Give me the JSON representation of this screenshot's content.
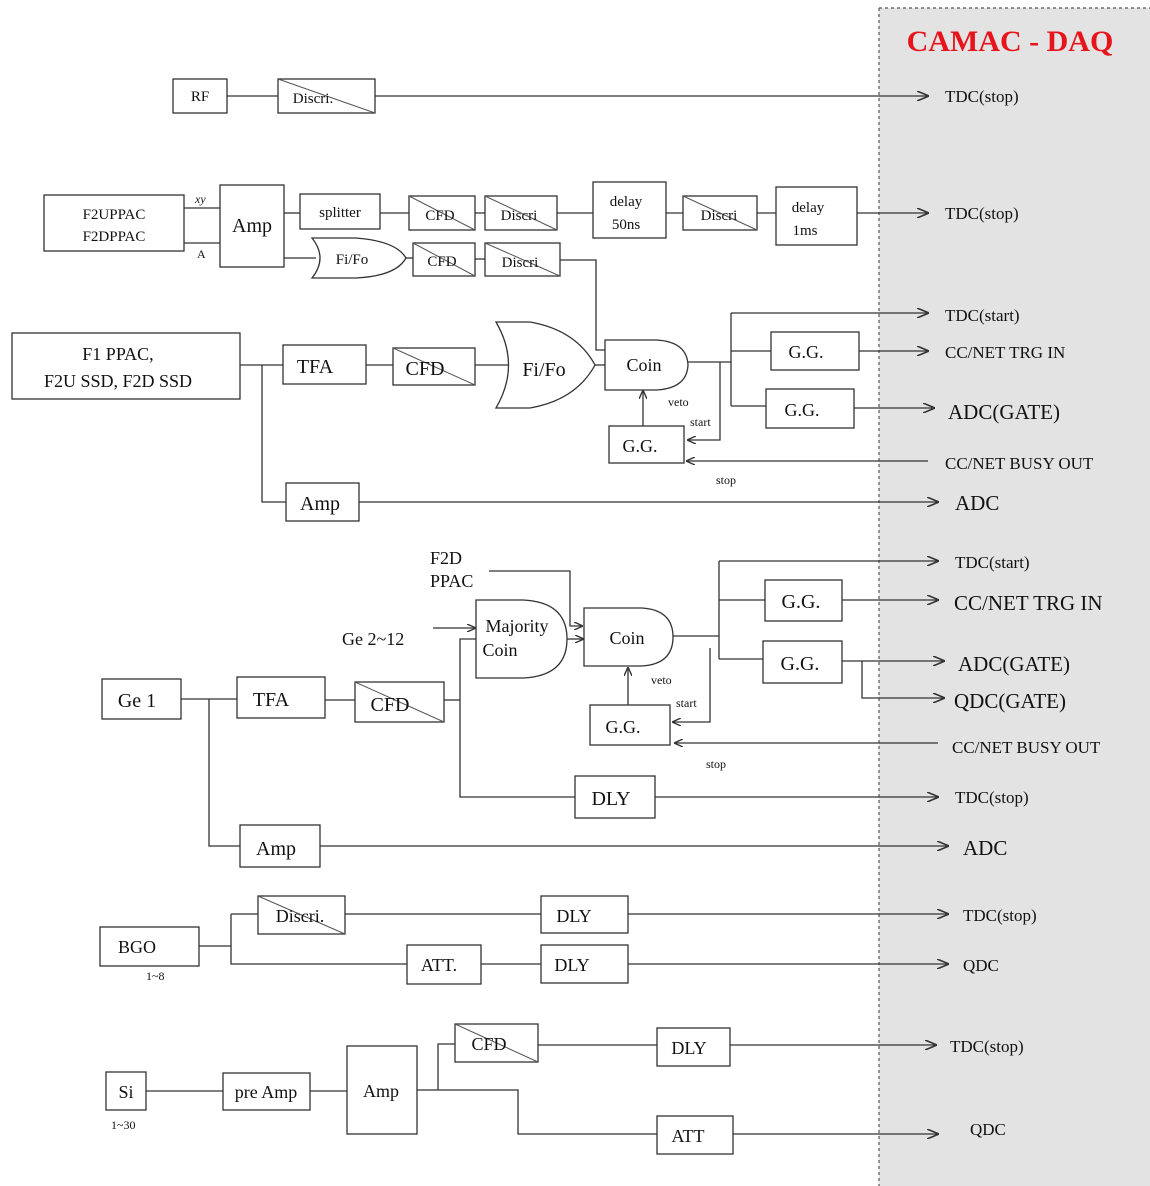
{
  "daq_panel": {
    "title": "CAMAC - DAQ",
    "title_color": "#e8141c",
    "panel_color": "#e3e3e3",
    "outputs": {
      "o1": "TDC(stop)",
      "o2": "TDC(stop)",
      "o3": "TDC(start)",
      "o4": "CC/NET TRG IN",
      "o5": "ADC(GATE)",
      "o6": "CC/NET BUSY OUT",
      "o7": "ADC",
      "o8": "TDC(start)",
      "o9": "CC/NET TRG IN",
      "o10": "ADC(GATE)",
      "o11": "QDC(GATE)",
      "o12": "CC/NET BUSY OUT",
      "o13": "TDC(stop)",
      "o14": "ADC",
      "o15": "TDC(stop)",
      "o16": "QDC",
      "o17": "TDC(stop)",
      "o18": "QDC"
    }
  },
  "rf_chain": {
    "rf": "RF",
    "discri": "Discri."
  },
  "f2ppac_chain": {
    "source_line1": "F2UPPAC",
    "source_line2": "F2DPPAC",
    "sig_xy": "xy",
    "sig_a": "A",
    "amp": "Amp",
    "splitter": "splitter",
    "cfd1": "CFD",
    "discri1": "Discri",
    "delay50_line1": "delay",
    "delay50_line2": "50ns",
    "discri2": "Discri",
    "delay1ms_line1": "delay",
    "delay1ms_line2": "1ms",
    "fifo": "Fi/Fo",
    "cfd2": "CFD",
    "discri3": "Discri"
  },
  "f1_chain": {
    "source_line1": "F1 PPAC,",
    "source_line2": "F2U SSD, F2D SSD",
    "tfa": "TFA",
    "cfd": "CFD",
    "fifo": "Fi/Fo",
    "coin": "Coin",
    "gg_trg": "G.G.",
    "gg_adc": "G.G.",
    "gg_veto": "G.G.",
    "veto": "veto",
    "start": "start",
    "stop": "stop",
    "amp": "Amp"
  },
  "ge_chain": {
    "f2d_line1": "F2D",
    "f2d_line2": "PPAC",
    "ge_range": "Ge 2~12",
    "majority_line1": "Majority",
    "majority_line2": "Coin",
    "coin": "Coin",
    "gg_trg": "G.G.",
    "gg_adc": "G.G.",
    "gg_veto": "G.G.",
    "veto": "veto",
    "start": "start",
    "stop": "stop",
    "ge1": "Ge 1",
    "tfa": "TFA",
    "cfd": "CFD",
    "dly": "DLY",
    "amp": "Amp"
  },
  "bgo_chain": {
    "source": "BGO",
    "range": "1~8",
    "discri": "Discri.",
    "dly1": "DLY",
    "att": "ATT.",
    "dly2": "DLY"
  },
  "si_chain": {
    "source": "Si",
    "range": "1~30",
    "preamp": "pre Amp",
    "amp": "Amp",
    "cfd": "CFD",
    "dly": "DLY",
    "att": "ATT"
  }
}
